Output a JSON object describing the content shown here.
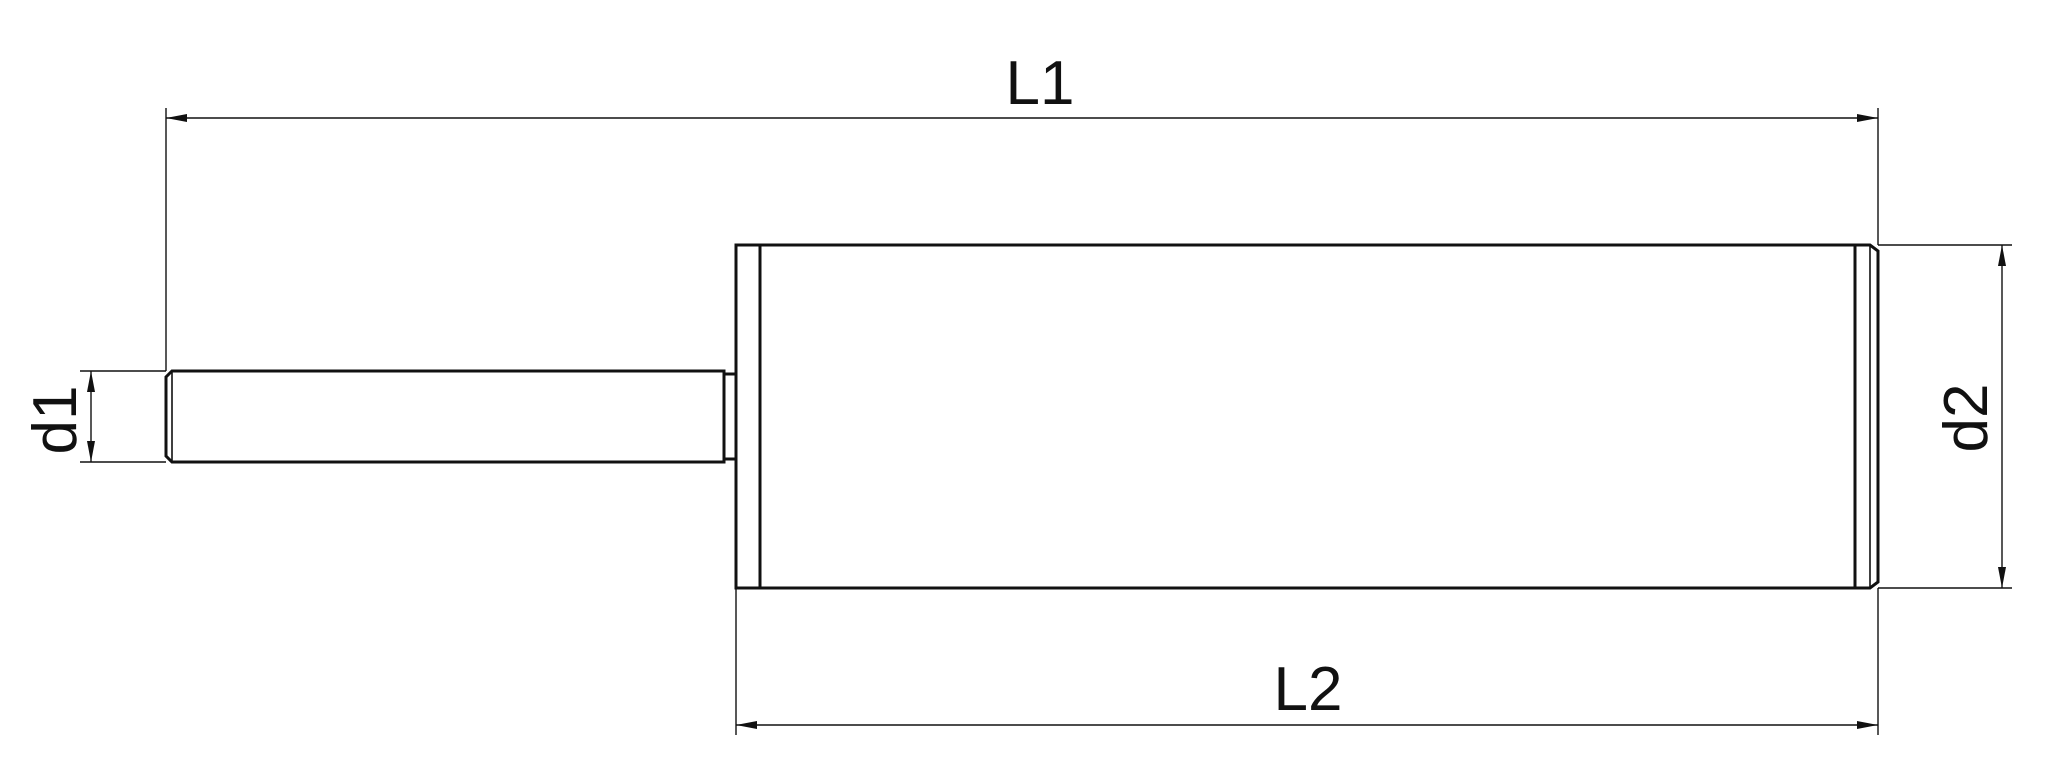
{
  "drawing": {
    "line_color": "#111111",
    "background": "#ffffff",
    "dimensions": {
      "overall_length": "L1",
      "body_length": "L2",
      "shank_diameter": "d1",
      "body_diameter": "d2"
    }
  }
}
